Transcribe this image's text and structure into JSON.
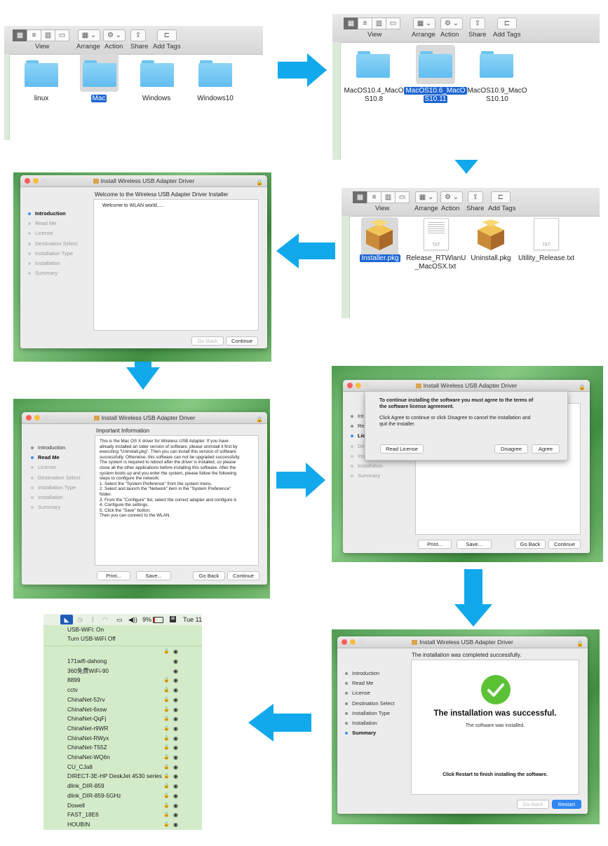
{
  "finder_toolbar": {
    "view": "View",
    "arrange": "Arrange",
    "action": "Action",
    "share": "Share",
    "add_tags": "Add Tags"
  },
  "finder1": {
    "items": [
      {
        "label": "linux"
      },
      {
        "label": "Mac",
        "selected": true
      },
      {
        "label": "Windows"
      },
      {
        "label": "Windows10"
      }
    ]
  },
  "finder2": {
    "items": [
      {
        "label_line1": "MacOS10.4_MacO",
        "label_line2": "S10.8"
      },
      {
        "label_line1": "MacOS10.6_MacO",
        "label_line2": "S10.11",
        "selected": true
      },
      {
        "label_line1": "MacOS10.9_MacO",
        "label_line2": "S10.10"
      }
    ]
  },
  "finder3": {
    "items": [
      {
        "label_line1": "Installer.pkg",
        "label_line2": "",
        "selected": true,
        "icon": "package-icon"
      },
      {
        "label_line1": "Release_RTWlanU",
        "label_line2": "_MacOSX.txt",
        "icon": "txt-file-icon"
      },
      {
        "label_line1": "Uninstall.pkg",
        "label_line2": "",
        "icon": "package-icon"
      },
      {
        "label_line1": "Utility_Release.txt",
        "label_line2": "",
        "icon": "txt-file-icon"
      }
    ],
    "txt_badge": "TXT"
  },
  "installer": {
    "title": "Install Wireless USB Adapter Driver",
    "steps": [
      "Introduction",
      "Read Me",
      "License",
      "Destination Select",
      "Installation Type",
      "Installation",
      "Summary"
    ],
    "go_back": "Go Back",
    "continue": "Continue",
    "print": "Print...",
    "save": "Save...",
    "restart": "Restart"
  },
  "win_intro": {
    "heading": "Welcome to the Wireless USB Adapter Driver Installer",
    "text": "Welcome to WLAN world....."
  },
  "win_readme": {
    "heading": "Important Information",
    "text": "      This is the Mac OS X driver for Wireless USB Adapter. If you have\nalready installed an older version of software, please uninstall it first by\nexecuting \"Uninstall.pkg\". Then you can install this version of software\nsuccessfully. Otherwise, this software can not be upgraded successfully.\nThe system is required to reboot after the driver is installed, so please\nclose all the other applications before installing this software. After the\nsystem boots up and you enter the system, please follow the following\nsteps to configure the network:\n1. Select the \"System Preference\" from the system menu.\n2. Select and launch the \"Network\" item in the \"System Preference\"\nfolder.\n3. From the \"Configure\" list, select the correct adapter and configure it.\n4. Configure the settings.\n5. Click the \"Save\" button.\nThen you can connect to the WLAN."
  },
  "license_sheet": {
    "bold_line1": "To continue installing the software you must agree to the terms of",
    "bold_line2": "the software license agreement.",
    "text_line1": "Click Agree to continue or click Disagree to cancel the installation and",
    "text_line2": "quit the Installer.",
    "read_license": "Read License",
    "disagree": "Disagree",
    "agree": "Agree",
    "partial_steps": [
      "Int",
      "Rea",
      "Lic",
      "De",
      "Ins",
      "Installation",
      "Summary"
    ]
  },
  "win_summary": {
    "completed": "The installation was completed successfully.",
    "success_title": "The installation was successful.",
    "installed": "The software was installed.",
    "restart_hint": "Click Restart to finish installing the software."
  },
  "wifi_menu": {
    "clock": "Tue 11:",
    "battery": "9%",
    "status": "USB-WiFi: On",
    "toggle": "Turn USB-WiFi Off",
    "networks": [
      {
        "name": "171wifi-dahong",
        "locked": false
      },
      {
        "name": "360免费WiFi-90",
        "locked": false
      },
      {
        "name": "8899",
        "locked": true
      },
      {
        "name": "cctv",
        "locked": true
      },
      {
        "name": "ChinaNet-52rv",
        "locked": true
      },
      {
        "name": "ChinaNet-6xsw",
        "locked": true
      },
      {
        "name": "ChinaNet-QqFj",
        "locked": true
      },
      {
        "name": "ChinaNet-r9WR",
        "locked": true
      },
      {
        "name": "ChinaNet-RWyx",
        "locked": true
      },
      {
        "name": "ChinaNet-T55Z",
        "locked": true
      },
      {
        "name": "ChinaNet-WQ6n",
        "locked": true
      },
      {
        "name": "CU_CJa8",
        "locked": true
      },
      {
        "name": "DIRECT-3E-HP DeskJet 4530 series",
        "locked": true
      },
      {
        "name": "dlink_DIR-859",
        "locked": true
      },
      {
        "name": "dlink_DIR-859-5GHz",
        "locked": true
      },
      {
        "name": "Dowell",
        "locked": true
      },
      {
        "name": "FAST_18E6",
        "locked": true
      },
      {
        "name": "HOUBIN",
        "locked": true
      }
    ]
  },
  "colors": {
    "arrow": "#11a9ec",
    "selection": "#1b64d3",
    "folder": "#6cc4f0",
    "check": "#5bc236",
    "default_button": "#2f86f3"
  }
}
